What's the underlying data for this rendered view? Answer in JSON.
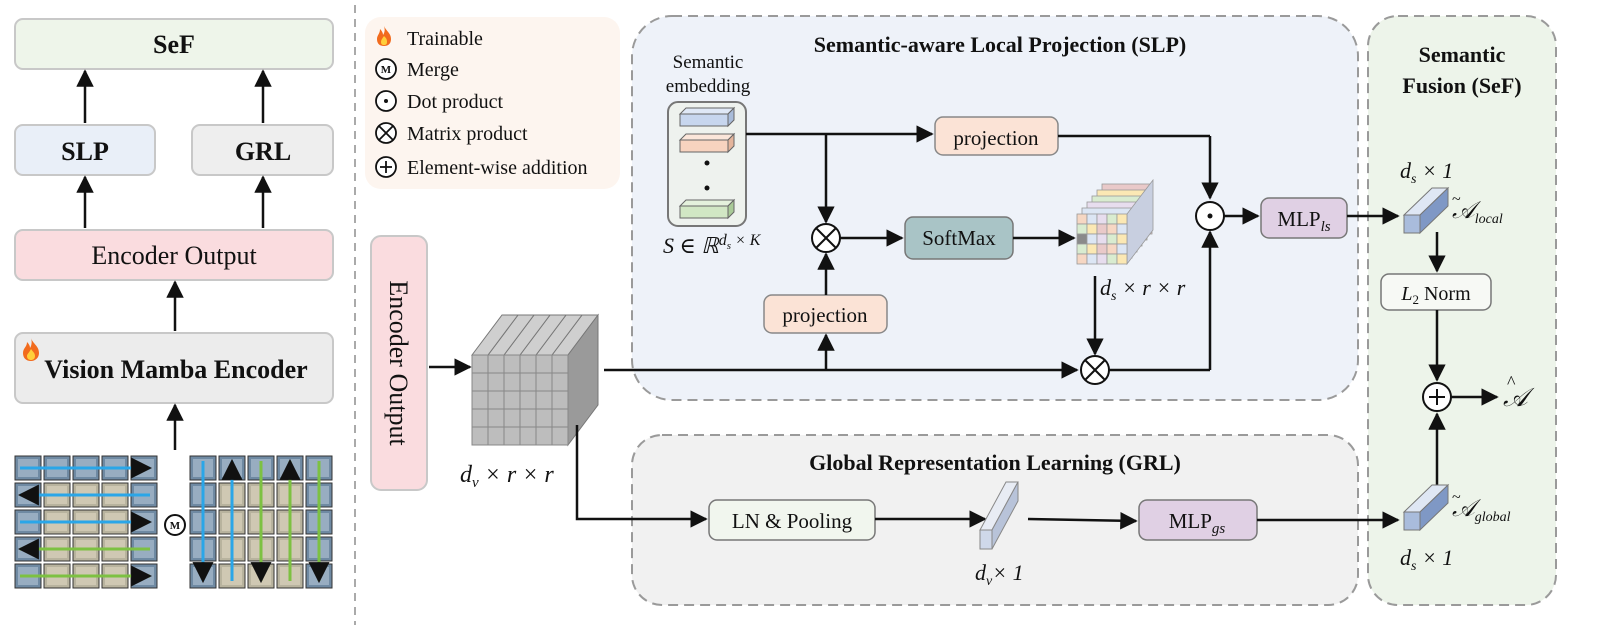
{
  "left_panel": {
    "sef_label": "SeF",
    "slp_label": "SLP",
    "grl_label": "GRL",
    "encoder_output_label": "Encoder Output",
    "vision_mamba_label": "Vision Mamba Encoder",
    "merge_symbol": "M",
    "fire_icon": "fire-icon"
  },
  "legend": {
    "trainable": "Trainable",
    "merge": "Merge",
    "merge_symbol": "M",
    "dot_product": "Dot product",
    "matrix_product": "Matrix product",
    "element_addition": "Element-wise addition"
  },
  "encoder_output_vertical": "Encoder Output",
  "feature_cube_label": {
    "d": "d",
    "sub": "v",
    "rest": " × r × r"
  },
  "slp": {
    "title": "Semantic-aware Local Projection (SLP)",
    "semantic_embedding_line1": "Semantic",
    "semantic_embedding_line2": "embedding",
    "s_label": {
      "pre": "S ∈ ℝ",
      "sup_d": "d",
      "sup_sub": "s",
      "sup_rest": " × K"
    },
    "projection_top": "projection",
    "projection_bottom": "projection",
    "softmax": "SoftMax",
    "attn_label": {
      "d": "d",
      "sub": "s",
      "rest": " × r × r"
    },
    "mlp_ls": {
      "base": "MLP",
      "sub": "ls"
    }
  },
  "grl": {
    "title": "Global Representation Learning (GRL)",
    "ln_pooling": "LN & Pooling",
    "dv_label": {
      "d": "d",
      "sub": "v",
      "rest": "× 1"
    },
    "mlp_gs": {
      "base": "MLP",
      "sub": "gs"
    }
  },
  "sef": {
    "title_line1": "Semantic",
    "title_line2": "Fusion (SeF)",
    "ds_top": {
      "d": "d",
      "sub": "s",
      "rest": " × 1"
    },
    "a_local": {
      "sym": "𝒜",
      "sub": "local"
    },
    "l2_norm": {
      "l": "L",
      "sub": "2",
      "rest": " Norm"
    },
    "a_hat": "𝒜",
    "a_global": {
      "sym": "𝒜",
      "sub": "global"
    },
    "ds_bottom": {
      "d": "d",
      "sub": "s",
      "rest": " × 1"
    }
  },
  "colors": {
    "sef_box": "#eef5ea",
    "slp_box": "#e9eff8",
    "grl_box": "#eeeeee",
    "encoder_box": "#fadcdf",
    "mamba_box": "#ececec",
    "projection": "#fbe3d6",
    "softmax": "#a9c4c6",
    "mlp": "#e0d0e4",
    "ln_pool": "#f1f6ee",
    "slp_region": "#eef2f9",
    "grl_region": "#f1f1f1",
    "sef_region": "#edf4ea",
    "legend_bg": "#fdf5ef"
  }
}
